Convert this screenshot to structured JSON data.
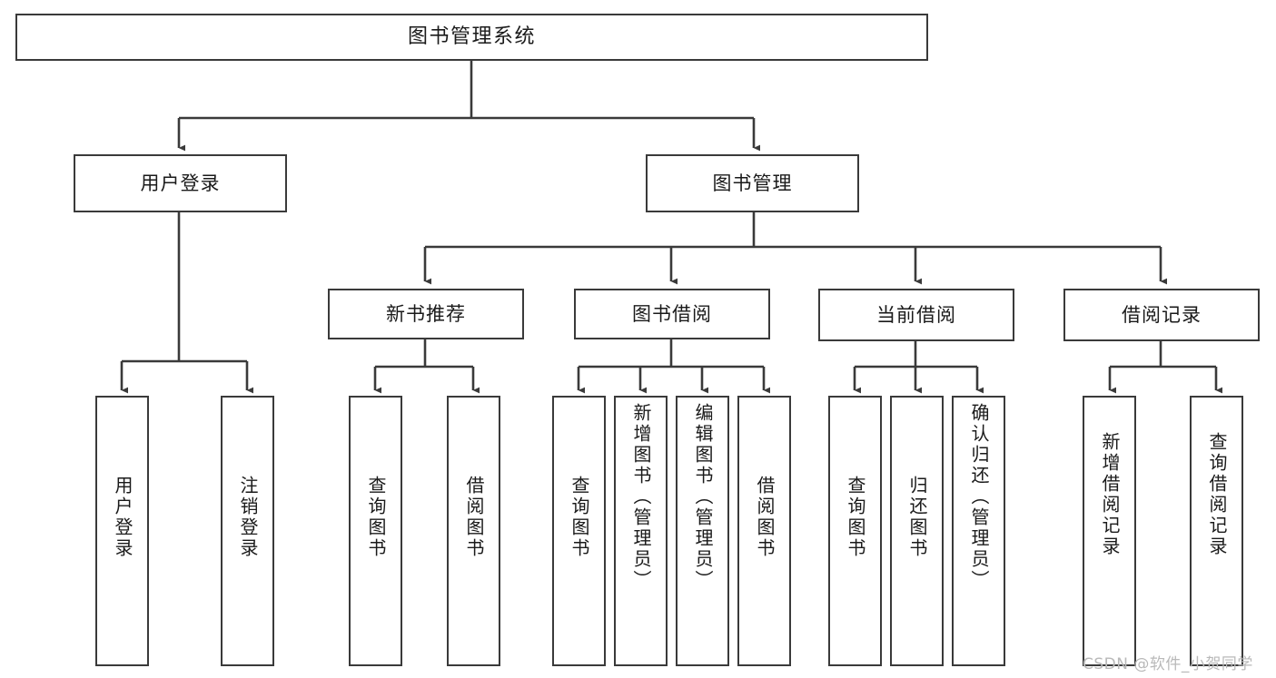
{
  "diagram": {
    "type": "tree-hierarchy",
    "title": "图书管理系统",
    "orientation": "top-down",
    "colors": {
      "box_border": "#3a3a3a",
      "box_fill": "#ffffff",
      "connector": "#3a3a3a",
      "text": "#1a1a1a",
      "watermark": "#b9b9b9"
    }
  },
  "nodes": {
    "root": {
      "label": "图书管理系统",
      "level": 1
    },
    "level2": [
      {
        "id": "user-login",
        "label": "用户登录"
      },
      {
        "id": "book-management",
        "label": "图书管理"
      }
    ],
    "level3": [
      {
        "id": "new-book-recommend",
        "label": "新书推荐"
      },
      {
        "id": "book-borrow",
        "label": "图书借阅"
      },
      {
        "id": "current-borrow",
        "label": "当前借阅"
      },
      {
        "id": "borrow-record",
        "label": "借阅记录"
      }
    ],
    "leaves": {
      "user_login": [
        {
          "id": "leaf-user-login",
          "label": "用户登录"
        },
        {
          "id": "leaf-logout-login",
          "label": "注销登录"
        }
      ],
      "new_book_recommend": [
        {
          "id": "leaf-query-book-1",
          "label": "查询图书"
        },
        {
          "id": "leaf-borrow-book-1",
          "label": "借阅图书"
        }
      ],
      "book_borrow": [
        {
          "id": "leaf-query-book-2",
          "label": "查询图书"
        },
        {
          "id": "leaf-add-book",
          "label": "新增图书（管理员）"
        },
        {
          "id": "leaf-edit-book",
          "label": "编辑图书（管理员）"
        },
        {
          "id": "leaf-borrow-book-2",
          "label": "借阅图书"
        }
      ],
      "current_borrow": [
        {
          "id": "leaf-query-book-3",
          "label": "查询图书"
        },
        {
          "id": "leaf-return-book",
          "label": "归还图书"
        },
        {
          "id": "leaf-confirm-return",
          "label": "确认归还（管理员）"
        }
      ],
      "borrow_record": [
        {
          "id": "leaf-add-record",
          "label": "新增借阅记录"
        },
        {
          "id": "leaf-query-record",
          "label": "查询借阅记录"
        }
      ]
    }
  },
  "watermark": {
    "text": "CSDN @软件_小贺同学"
  }
}
